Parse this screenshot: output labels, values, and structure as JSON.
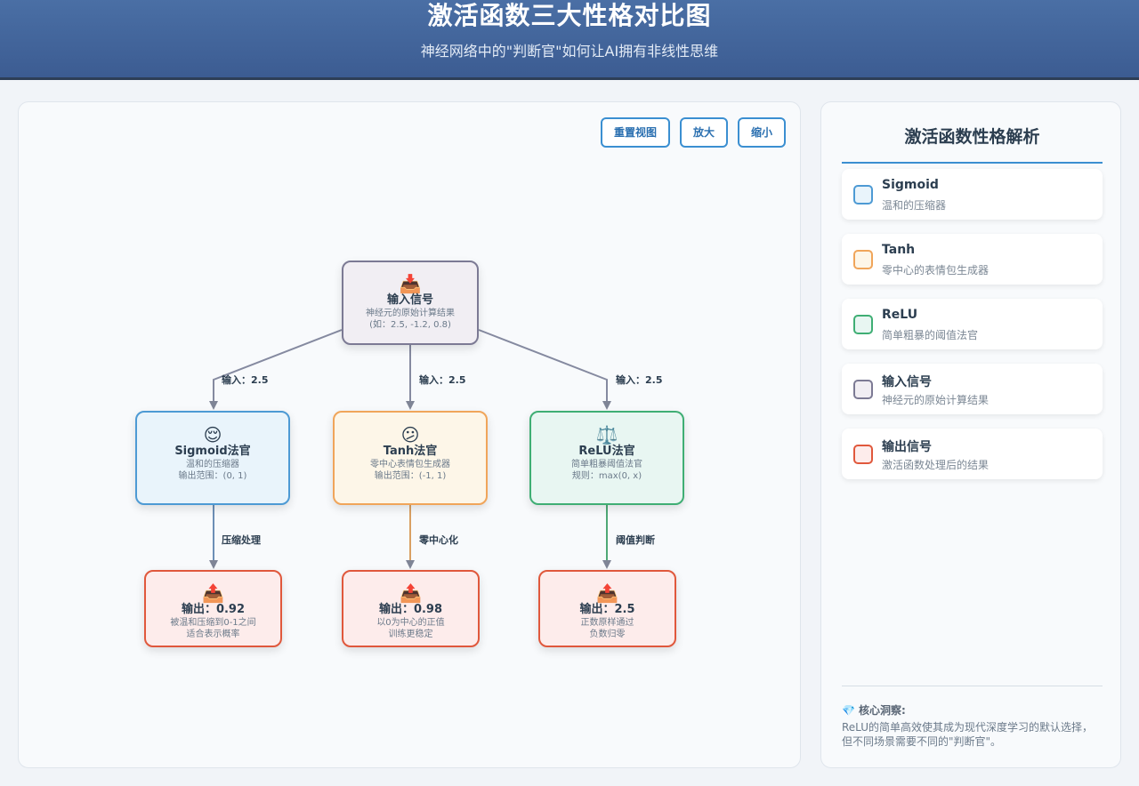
{
  "header": {
    "title": "激活函数三大性格对比图",
    "subtitle": "神经网络中的\"判断官\"如何让AI拥有非线性思维"
  },
  "controls": {
    "reset": "重置视图",
    "zoom_in": "放大",
    "zoom_out": "缩小"
  },
  "diagram": {
    "input_node": {
      "icon": "📥",
      "title": "输入信号",
      "line1": "神经元的原始计算结果",
      "line2": "(如：2.5, -1.2, 0.8)"
    },
    "edge_inputs": [
      "输入：2.5",
      "输入：2.5",
      "输入：2.5"
    ],
    "judges": [
      {
        "icon": "😌",
        "title": "Sigmoid法官",
        "line1": "温和的压缩器",
        "line2": "输出范围：(0, 1)",
        "color": "#4d9ad4"
      },
      {
        "icon": "😕",
        "title": "Tanh法官",
        "line1": "零中心表情包生成器",
        "line2": "输出范围：(-1, 1)",
        "color": "#f0a55a"
      },
      {
        "icon": "⚖️",
        "title": "ReLU法官",
        "line1": "简单粗暴阈值法官",
        "line2": "规则：max(0, x)",
        "color": "#3fae74"
      }
    ],
    "edge_process": [
      "压缩处理",
      "零中心化",
      "阈值判断"
    ],
    "outputs": [
      {
        "icon": "📤",
        "title": "输出：0.92",
        "line1": "被温和压缩到0-1之间",
        "line2": "适合表示概率"
      },
      {
        "icon": "📤",
        "title": "输出：0.98",
        "line1": "以0为中心的正值",
        "line2": "训练更稳定"
      },
      {
        "icon": "📤",
        "title": "输出：2.5",
        "line1": "正数原样通过",
        "line2": "负数归零"
      }
    ]
  },
  "sidebar": {
    "title": "激活函数性格解析",
    "legend": [
      {
        "name": "Sigmoid",
        "desc": "温和的压缩器",
        "fill": "#e9f4fb",
        "border": "#4d9ad4"
      },
      {
        "name": "Tanh",
        "desc": "零中心的表情包生成器",
        "fill": "#fdf6e8",
        "border": "#f0a55a"
      },
      {
        "name": "ReLU",
        "desc": "简单粗暴的阈值法官",
        "fill": "#e8f6f2",
        "border": "#3fae74"
      },
      {
        "name": "输入信号",
        "desc": "神经元的原始计算结果",
        "fill": "#f1eef3",
        "border": "#7c7a94"
      },
      {
        "name": "输出信号",
        "desc": "激活函数处理后的结果",
        "fill": "#fdeceb",
        "border": "#e0583c"
      }
    ],
    "insight": {
      "icon": "💎",
      "heading": "核心洞察:",
      "text": "ReLU的简单高效使其成为现代深度学习的默认选择，但不同场景需要不同的\"判断官\"。"
    }
  }
}
